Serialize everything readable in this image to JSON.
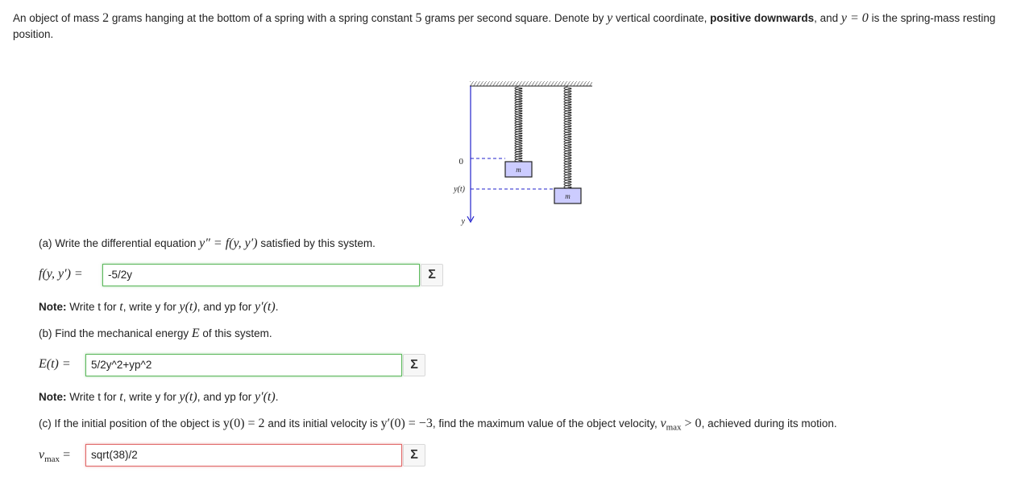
{
  "intro": {
    "p1": "An object of mass ",
    "mass": "2",
    "p2": " grams hanging at the bottom of a spring with a spring constant ",
    "k": "5",
    "p3": " grams per second square. Denote by ",
    "yvar": "y",
    "p4": " vertical coordinate, ",
    "bold": "positive downwards",
    "p5": ", and ",
    "eq": "y = 0",
    "p6": " is the spring-mass resting position."
  },
  "figure": {
    "zero_label": "0",
    "yt_label": "y(t)",
    "y_axis_label": "y",
    "mass_label": "m"
  },
  "part_a": {
    "prompt_pre": "(a) Write the differential equation ",
    "prompt_math": "y″ = f(y, y′)",
    "prompt_post": " satisfied by this system.",
    "label": "f(y, y′) =",
    "answer": "-5/2y"
  },
  "note_a": {
    "bold": "Note:",
    "text1": " Write t for ",
    "t": "t",
    "text2": ", write y for ",
    "y": "y(t)",
    "text3": ", and yp for ",
    "yp": "y′(t)",
    "text4": "."
  },
  "part_b": {
    "prompt_pre": "(b) Find the mechanical energy ",
    "prompt_math": "E",
    "prompt_post": " of this system.",
    "label": "E(t) =",
    "answer": "5/2y^2+yp^2"
  },
  "note_b": {
    "bold": "Note:",
    "text1": " Write t for ",
    "t": "t",
    "text2": ", write y for ",
    "y": "y(t)",
    "text3": ", and yp for ",
    "yp": "y′(t)",
    "text4": "."
  },
  "part_c": {
    "p1": "(c) If the initial position of the object is ",
    "m1": "y(0) = 2",
    "p2": " and its initial velocity is ",
    "m2": "y′(0) = −3",
    "p3": ", find the maximum value of the object velocity, ",
    "m3": "v",
    "m3sub": "max",
    "m4": " > 0",
    "p4": ", achieved during its motion.",
    "label_v": "v",
    "label_sub": "max",
    "label_eq": " =",
    "answer": "sqrt(38)/2"
  },
  "sigma_symbol": "Σ",
  "colors": {
    "correct": "#5cb85c",
    "incorrect": "#e06666",
    "axis": "#2222cc",
    "mass_fill": "#ccccff"
  }
}
